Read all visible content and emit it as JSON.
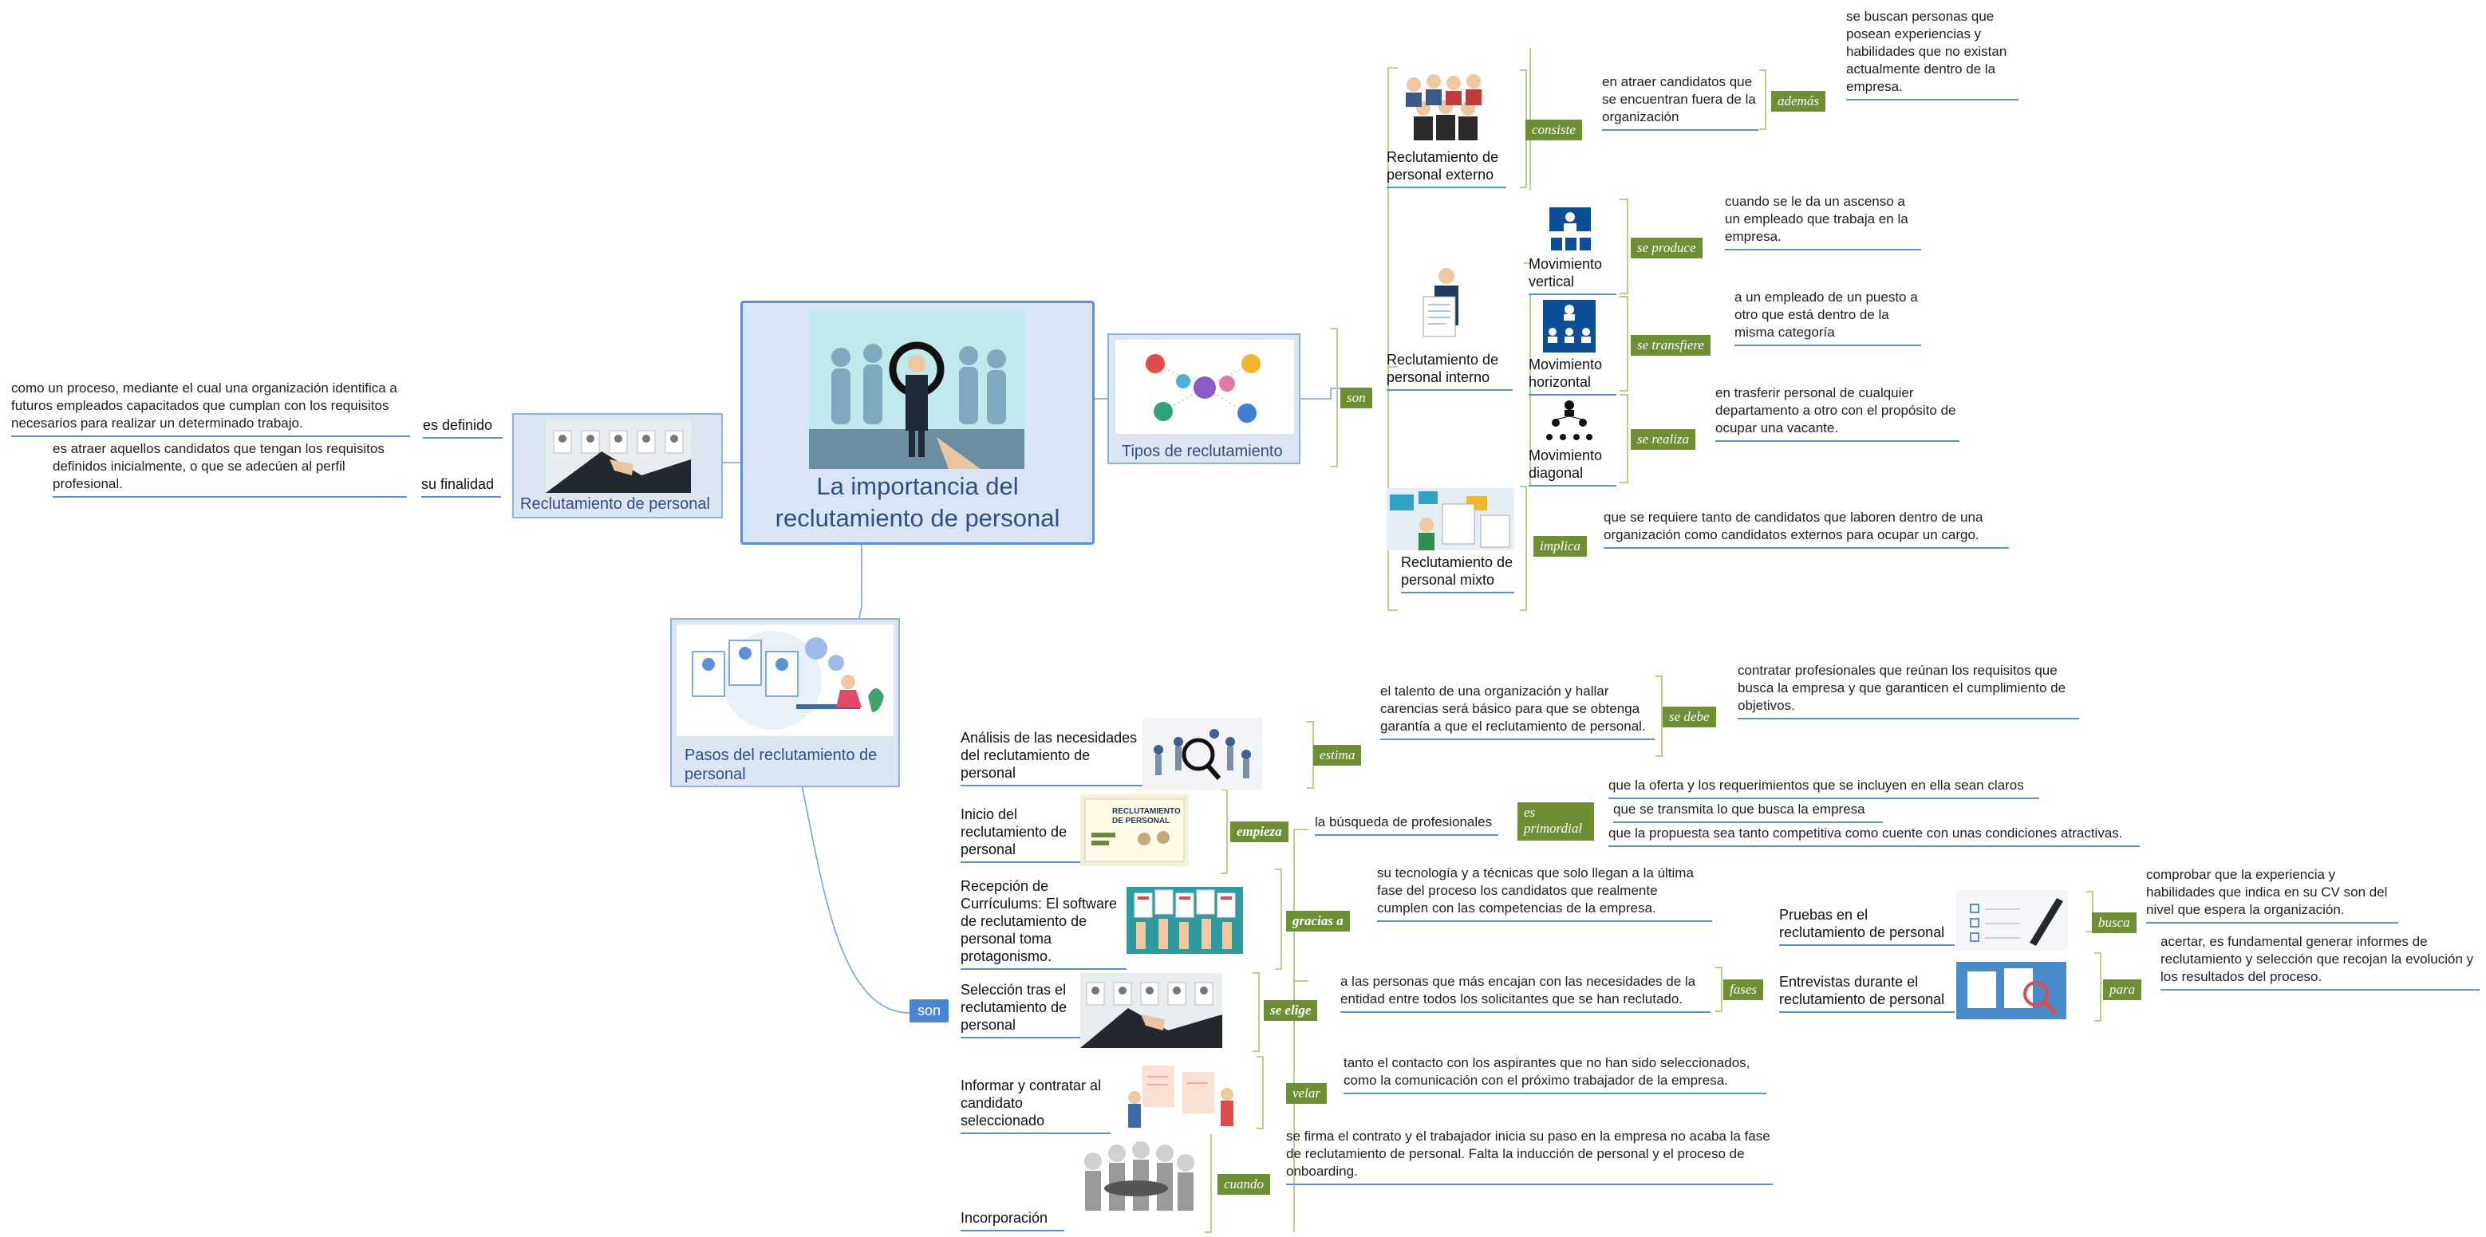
{
  "central": {
    "title": "La importancia del reclutamiento de personal"
  },
  "reclutamiento": {
    "title": "Reclutamiento de personal",
    "label_defined": "es definido",
    "text_defined": "como un proceso, mediante el cual una organización identifica a futuros empleados capacitados que cumplan con los requisitos necesarios para realizar un determinado trabajo.",
    "label_purpose": "su finalidad",
    "text_purpose": "es atraer aquellos candidatos que tengan los requisitos definidos inicialmente, o que se adecúen al perfil profesional."
  },
  "tipos": {
    "title": "Tipos de reclutamiento",
    "connector": "son",
    "externo": {
      "title": "Reclutamiento de personal externo",
      "tag": "consiste",
      "text": "en atraer candidatos que se encuentran fuera de la organización",
      "tag2": "además",
      "text2": "se buscan personas que posean experiencias y habilidades que no existan actualmente dentro de la empresa."
    },
    "interno": {
      "title": "Reclutamiento de personal interno",
      "vertical": {
        "title": "Movimiento vertical",
        "tag": "se produce",
        "text": "cuando se le da un ascenso a un empleado que trabaja en la empresa."
      },
      "horizontal": {
        "title": "Movimiento horizontal",
        "tag": "se transfiere",
        "text": "a un empleado de un puesto a otro que está dentro de la misma categoría"
      },
      "diagonal": {
        "title": "Movimiento diagonal",
        "tag": "se realiza",
        "text": "en trasferir personal de cualquier departamento a otro con el propósito de ocupar una vacante."
      }
    },
    "mixto": {
      "title": "Reclutamiento de personal mixto",
      "tag": "implica",
      "text": "que se requiere tanto de candidatos que laboren dentro de una organización como candidatos externos para ocupar un cargo."
    }
  },
  "pasos": {
    "title": "Pasos del reclutamiento de personal",
    "connector": "son",
    "analisis": {
      "title": "Análisis de las necesidades del reclutamiento de personal",
      "tag": "estima",
      "text": "el talento de una organización y hallar carencias será básico para que se obtenga garantía a que el reclutamiento de personal.",
      "tag2": "se debe",
      "text2": "contratar profesionales que reúnan los requisitos que busca la empresa y que garanticen el cumplimiento de objetivos."
    },
    "inicio": {
      "title": "Inicio del reclutamiento de personal",
      "tag": "empieza",
      "text": "la búsqueda de profesionales",
      "tag2": "es primordial",
      "items": [
        "que la oferta y los requerimientos que se incluyen en ella sean claros",
        "que se transmita lo que busca la empresa",
        "que la propuesta sea tanto competitiva como cuente con unas condiciones atractivas."
      ],
      "poster": "RECLUTAMIENTO DE PERSONAL"
    },
    "recepcion": {
      "title": "Recepción de Currículums: El software de reclutamiento de personal toma protagonismo.",
      "tag": "gracias a",
      "text": "su tecnología y a técnicas  que solo llegan a la última fase del proceso los candidatos que realmente cumplen con las competencias de la empresa."
    },
    "seleccion": {
      "title": "Selección tras el reclutamiento de personal",
      "tag": "se elige",
      "text": "a las personas que más encajan con las necesidades de la entidad entre todos los solicitantes que se han reclutado.",
      "tag2": "fases",
      "pruebas": {
        "title": "Pruebas en el reclutamiento de personal",
        "tag": "busca",
        "text": "comprobar que la experiencia y habilidades que indica en su CV son del nivel que espera la organización."
      },
      "entrevistas": {
        "title": "Entrevistas durante el reclutamiento de personal",
        "tag": "para",
        "text": "acertar, es fundamental generar informes de reclutamiento y selección que recojan la evolución y los resultados del proceso."
      }
    },
    "informar": {
      "title": "Informar y contratar al candidato seleccionado",
      "tag": "velar",
      "text": "tanto el contacto con los aspirantes que no han sido seleccionados, como la comunicación con el próximo trabajador de la empresa."
    },
    "incorporacion": {
      "title": "Incorporación",
      "tag": "cuando",
      "text": "se firma el contrato y el trabajador inicia su paso en la empresa no acaba la fase de reclutamiento de personal. Falta la inducción de personal y el proceso de onboarding."
    }
  },
  "colors": {
    "accent": "#5b8fd6",
    "tag": "#6f8f35",
    "bracket": "#b9cf8a",
    "title": "#2e4f86"
  }
}
